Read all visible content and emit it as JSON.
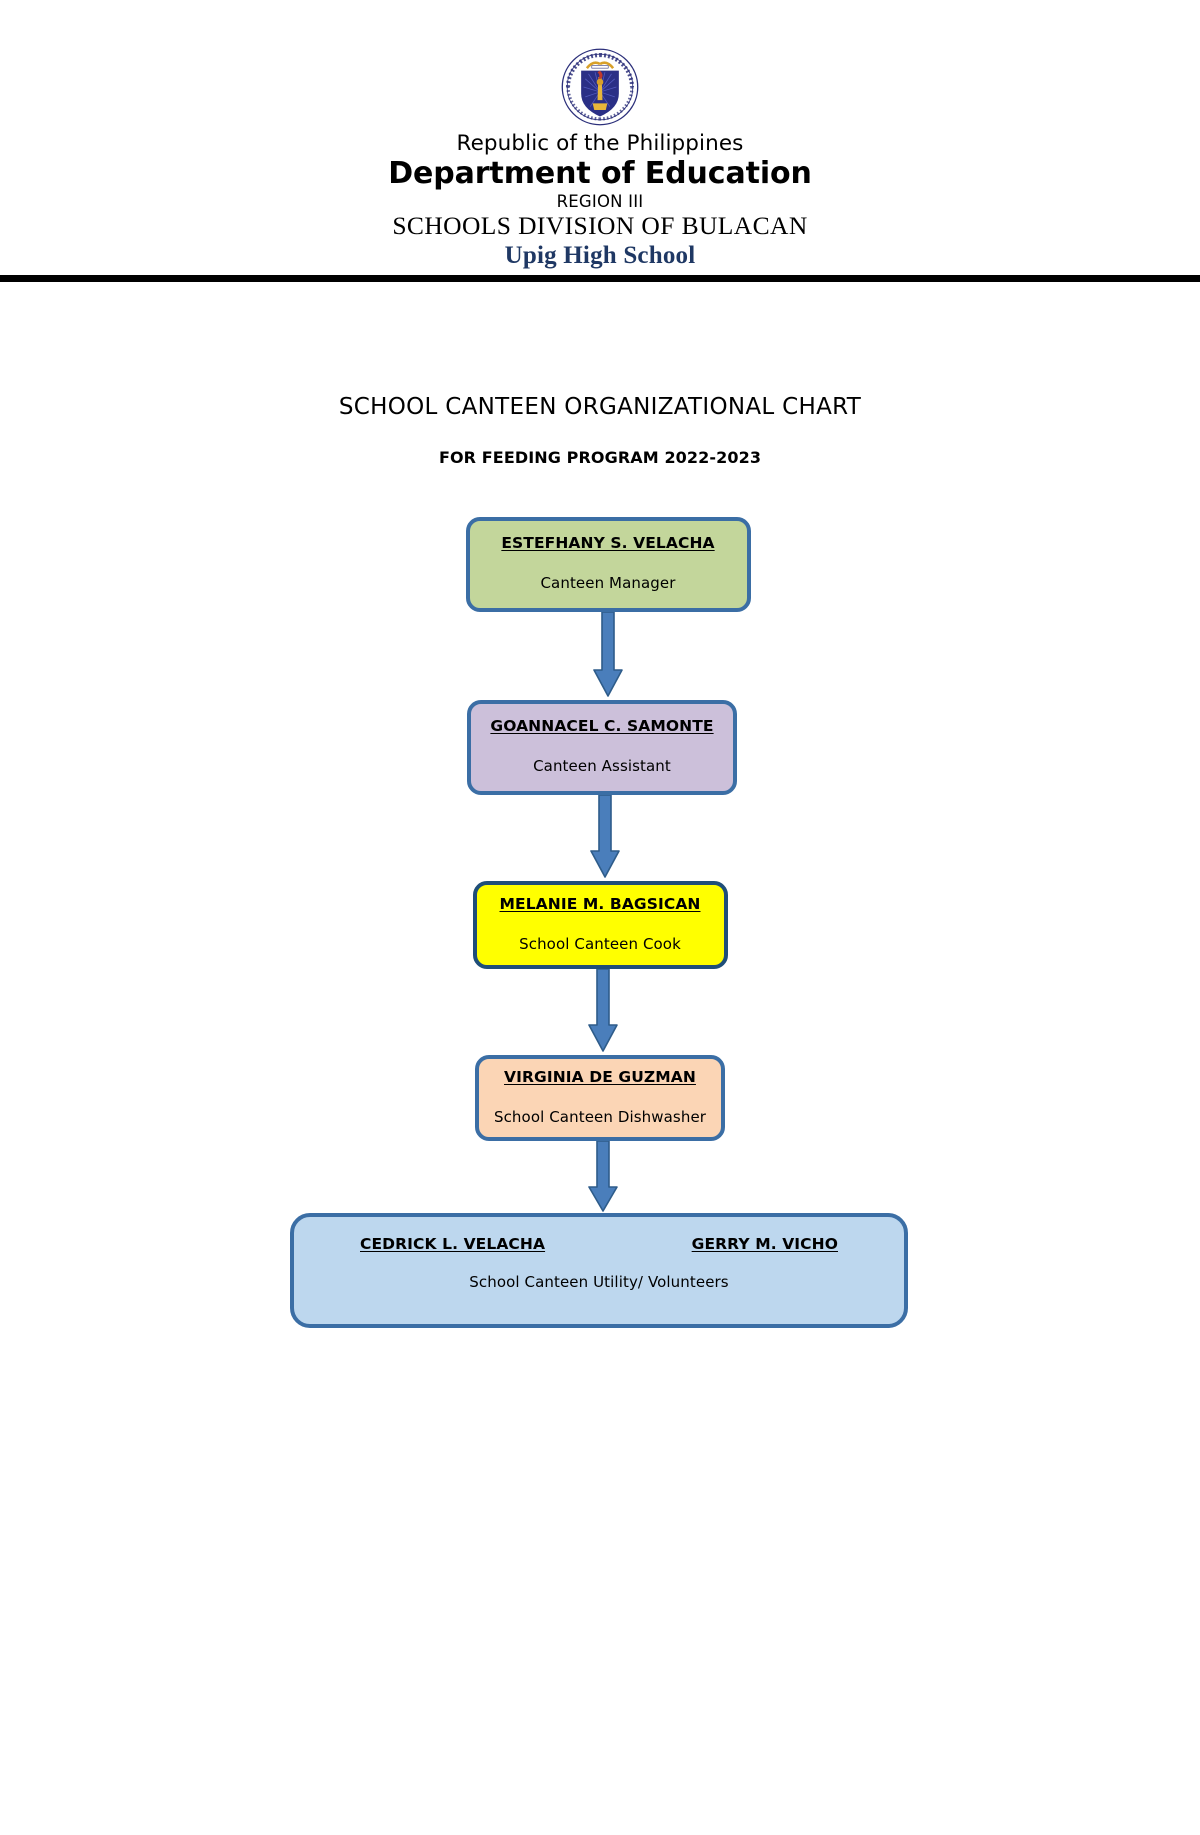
{
  "letterhead": {
    "seal_alt": "deped-seal-icon",
    "republic": "Republic of the Philippines",
    "department": "Department of Education",
    "region": "REGION III",
    "division": "SCHOOLS DIVISION OF BULACAN",
    "school": "Upig High School",
    "school_color": "#1F3864",
    "divider_color": "#000000"
  },
  "chart": {
    "title": "SCHOOL CANTEEN ORGANIZATIONAL CHART",
    "subtitle": "FOR FEEDING PROGRAM 2022-2023"
  },
  "chart_data": {
    "type": "diagram",
    "title": "SCHOOL CANTEEN ORGANIZATIONAL CHART",
    "subtitle": "FOR FEEDING PROGRAM 2022-2023",
    "orientation": "top-down",
    "nodes": [
      {
        "id": "manager",
        "name": "ESTEFHANY S. VELACHA",
        "role": "Canteen Manager",
        "fill": "#C3D69B",
        "border": "#3B6EA5",
        "level": 1
      },
      {
        "id": "assistant",
        "name": "GOANNACEL C. SAMONTE",
        "role": "Canteen Assistant",
        "fill": "#CCC0DA",
        "border": "#3B6EA5",
        "level": 2
      },
      {
        "id": "cook",
        "name": "MELANIE M. BAGSICAN",
        "role": "School Canteen Cook",
        "fill": "#FFFF00",
        "border": "#1F4E79",
        "level": 3
      },
      {
        "id": "dishwasher",
        "name": "VIRGINIA DE GUZMAN",
        "role": "School Canteen Dishwasher",
        "fill": "#FBD5B5",
        "border": "#3B6EA5",
        "level": 4
      },
      {
        "id": "utility",
        "name_left": "CEDRICK L. VELACHA",
        "name_right": "GERRY M. VICHO",
        "role": "School Canteen Utility/ Volunteers",
        "fill": "#BDD7EE",
        "border": "#3B6EA5",
        "level": 5
      }
    ],
    "edges": [
      {
        "from": "manager",
        "to": "assistant",
        "style": "block-arrow",
        "color": "#4A7EBB"
      },
      {
        "from": "assistant",
        "to": "cook",
        "style": "block-arrow",
        "color": "#4A7EBB"
      },
      {
        "from": "cook",
        "to": "dishwasher",
        "style": "block-arrow",
        "color": "#4A7EBB"
      },
      {
        "from": "dishwasher",
        "to": "utility",
        "style": "block-arrow",
        "color": "#4A7EBB"
      }
    ],
    "edge_color": "#4A7EBB",
    "edge_outline": "#2E5C8A"
  }
}
